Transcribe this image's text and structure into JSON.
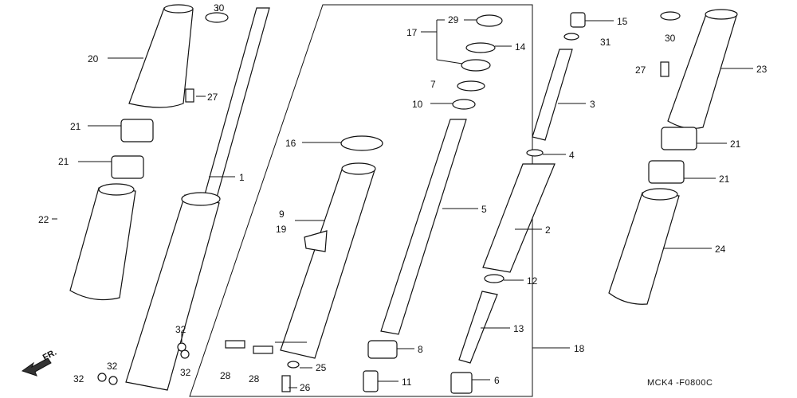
{
  "diagram_code": "MCK4 -F0800C",
  "direction_label": "FR.",
  "callouts": {
    "c1": "1",
    "c2": "2",
    "c3": "3",
    "c4": "4",
    "c5": "5",
    "c6": "6",
    "c7": "7",
    "c8": "8",
    "c9": "9",
    "c10": "10",
    "c11": "11",
    "c12": "12",
    "c13": "13",
    "c14": "14",
    "c15": "15",
    "c16": "16",
    "c17": "17",
    "c18": "18",
    "c19": "19",
    "c20": "20",
    "c21": "21",
    "c22": "22",
    "c23": "23",
    "c24": "24",
    "c25": "25",
    "c26": "26",
    "c27": "27",
    "c28": "28",
    "c29": "29",
    "c30": "30",
    "c31": "31",
    "c32": "32"
  }
}
